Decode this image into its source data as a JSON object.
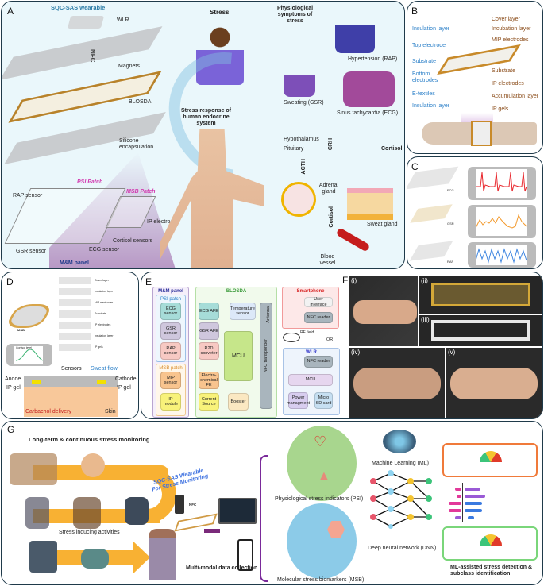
{
  "panels": {
    "a": "A",
    "b": "B",
    "c": "C",
    "d": "D",
    "e": "E",
    "f": "F",
    "g": "G"
  },
  "panel_a": {
    "device_title": "SQC-SAS wearable",
    "wlr": "WLR",
    "magnets": "Magnets",
    "nfc": "NFC",
    "blosda": "BLOSDA",
    "silicone": "Silicone encapsulation",
    "psi_patch": "PSI Patch",
    "msb_patch": "MSB Patch",
    "rap_sensor": "RAP sensor",
    "ip_electrodes": "IP electrodes",
    "cortisol_sensors": "Cortisol sensors",
    "gsr_sensor": "GSR sensor",
    "ecg_sensor": "ECG sensor",
    "mm_panel": "M&M panel",
    "stress": "Stress",
    "stress_response": "Stress response of human endocrine system",
    "phys_symptoms": "Physiological symptoms of stress",
    "hypertension": "Hypertension (RAP)",
    "sweating": "Sweating (GSR)",
    "tachycardia": "Sinus tachycardia (ECG)",
    "hypothalamus": "Hypothalamus",
    "pituitary": "Pituitary",
    "crh": "CRH",
    "acth": "ACTH",
    "adrenal": "Adrenal gland",
    "cortisol": "Cortisol",
    "cortisol_flow": "Cortisol",
    "sweat_gland": "Sweat gland",
    "blood_vessel": "Blood vessel"
  },
  "panel_b": {
    "left": [
      "Insulation layer",
      "Top electrode",
      "Substrate",
      "Bottom electrodes",
      "E-textiles",
      "Insulation layer"
    ],
    "right": [
      "Cover layer",
      "Incubation layer",
      "MIP electrodes",
      "Substrate",
      "IP electrodes",
      "Accumulation layer",
      "IP gels"
    ]
  },
  "panel_c": {
    "sensors": [
      "ECG",
      "GSR",
      "RAP"
    ],
    "colors": [
      "#e8262c",
      "#f39a2d",
      "#3f86e0"
    ]
  },
  "panel_d": {
    "layers": [
      "Cover layer",
      "Insulation layer",
      "MIP electrodes",
      "Substrate",
      "IP electrodes",
      "Insulation layer",
      "IP gels"
    ],
    "msb": "MSB",
    "phone_title": "Cortisol level",
    "sensors": "Sensors",
    "sweat_flow": "Sweat flow",
    "anode": "Anode",
    "cathode": "Cathode",
    "ip_gel_left": "IP gel",
    "ip_gel_right": "IP gel",
    "carbachol": "Carbachol delivery",
    "skin": "Skin"
  },
  "panel_e": {
    "mm_panel": "M&M panel",
    "psi_patch": "PSI patch",
    "ecg_sensor": "ECG sensor",
    "gsr_sensor": "GSR sensor",
    "rap_sensor": "RAP sensor",
    "msb_patch": "MSB patch",
    "mip_sensor": "MIP sensor",
    "ip_module": "IP module",
    "blosda": "BLOSDA",
    "ecg_afe": "ECG AFE",
    "gsr_afe": "GSR AFE",
    "r2d": "R2D conveter",
    "echem": "Electro-chemical FE",
    "current_source": "Current Source",
    "temp_sensor": "Temperature sensor",
    "mcu": "MCU",
    "booster": "Booster",
    "nfc_transponder": "NFC transponder",
    "antenna": "Antenna",
    "smartphone": "Smartphone",
    "user_interface": "User interface",
    "nfc_reader": "NFC reader",
    "rf_field": "RF field",
    "or": "OR",
    "wlr": "WLR",
    "wlr_nfc_reader": "NFC reader",
    "wlr_mcu": "MCU",
    "power": "Power managment",
    "sd": "Micro SD card"
  },
  "panel_f": {
    "photos": [
      "(i)",
      "(ii)",
      "(iii)",
      "(iv)",
      "(v)"
    ]
  },
  "panel_g": {
    "long_term": "Long-term & continuous stress monitoring",
    "wearable": "SQC-SAS Wearable For Stress Monitoring",
    "nfc": "NFC",
    "activities": "Stress inducing activities",
    "multimodal": "Multi-modal data collection",
    "psi": "Physiological stress indicators (PSI)",
    "msb": "Molecular stress biomarkers (MSB)",
    "ml": "Machine Learning (ML)",
    "dnn": "Deep neural network (DNN)",
    "result": "ML-assisted stress detection & subclass identification"
  }
}
